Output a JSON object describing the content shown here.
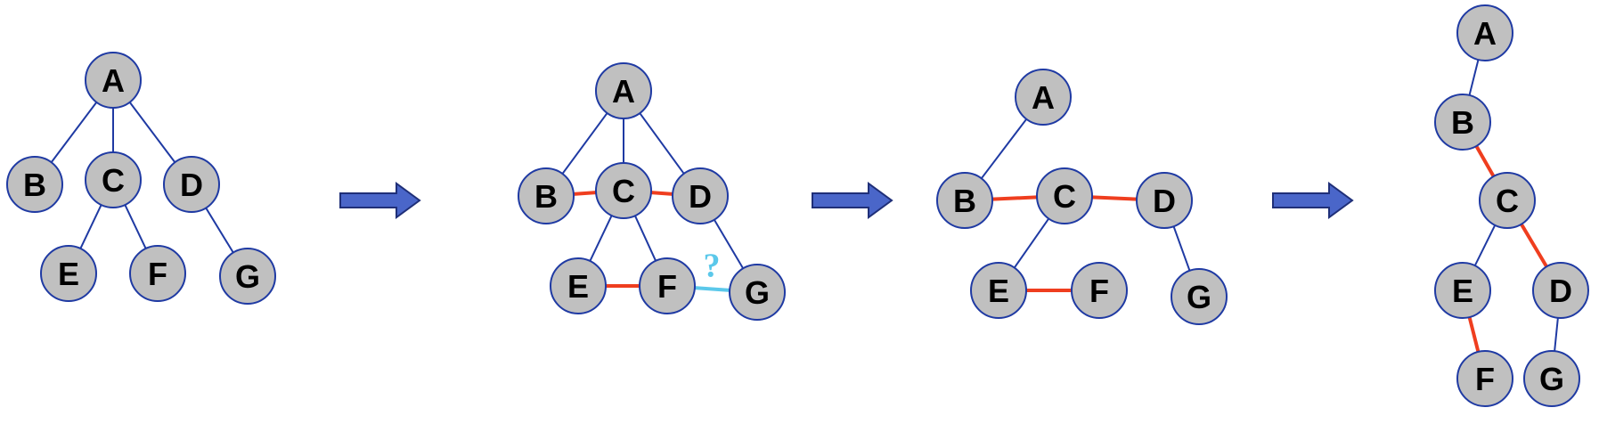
{
  "diagram": {
    "panels": [
      {
        "id": "tree-1",
        "nodes": [
          "A",
          "B",
          "C",
          "D",
          "E",
          "F",
          "G"
        ],
        "tree_edges": [
          [
            "A",
            "B"
          ],
          [
            "A",
            "C"
          ],
          [
            "A",
            "D"
          ],
          [
            "C",
            "E"
          ],
          [
            "C",
            "F"
          ],
          [
            "D",
            "G"
          ]
        ],
        "red_links": [],
        "blue_links": []
      },
      {
        "id": "tree-2",
        "nodes": [
          "A",
          "B",
          "C",
          "D",
          "E",
          "F",
          "G"
        ],
        "tree_edges": [
          [
            "A",
            "B"
          ],
          [
            "A",
            "C"
          ],
          [
            "A",
            "D"
          ],
          [
            "C",
            "E"
          ],
          [
            "C",
            "F"
          ],
          [
            "D",
            "G"
          ]
        ],
        "red_links": [
          [
            "B",
            "C"
          ],
          [
            "C",
            "D"
          ],
          [
            "E",
            "F"
          ]
        ],
        "blue_links": [
          [
            "F",
            "G"
          ]
        ],
        "question_mark": "?"
      },
      {
        "id": "tree-3",
        "nodes": [
          "A",
          "B",
          "C",
          "D",
          "E",
          "F",
          "G"
        ],
        "tree_edges": [
          [
            "A",
            "B"
          ],
          [
            "C",
            "E"
          ],
          [
            "D",
            "G"
          ]
        ],
        "red_links": [
          [
            "B",
            "C"
          ],
          [
            "C",
            "D"
          ],
          [
            "E",
            "F"
          ]
        ],
        "blue_links": []
      },
      {
        "id": "tree-4",
        "nodes": [
          "A",
          "B",
          "C",
          "D",
          "E",
          "F",
          "G"
        ],
        "tree_edges": [
          [
            "A",
            "B"
          ],
          [
            "C",
            "E"
          ],
          [
            "D",
            "G"
          ]
        ],
        "red_links": [
          [
            "B",
            "C"
          ],
          [
            "C",
            "D"
          ],
          [
            "E",
            "F"
          ]
        ],
        "blue_links": []
      }
    ],
    "arrows": 3,
    "colors": {
      "node_fill": "#c0c0c0",
      "node_stroke": "#1f3aa3",
      "tree_edge": "#1f3aa3",
      "red_link": "#ef3e1f",
      "blue_link": "#5bc8ea",
      "arrow_fill": "#4a66c9"
    }
  }
}
